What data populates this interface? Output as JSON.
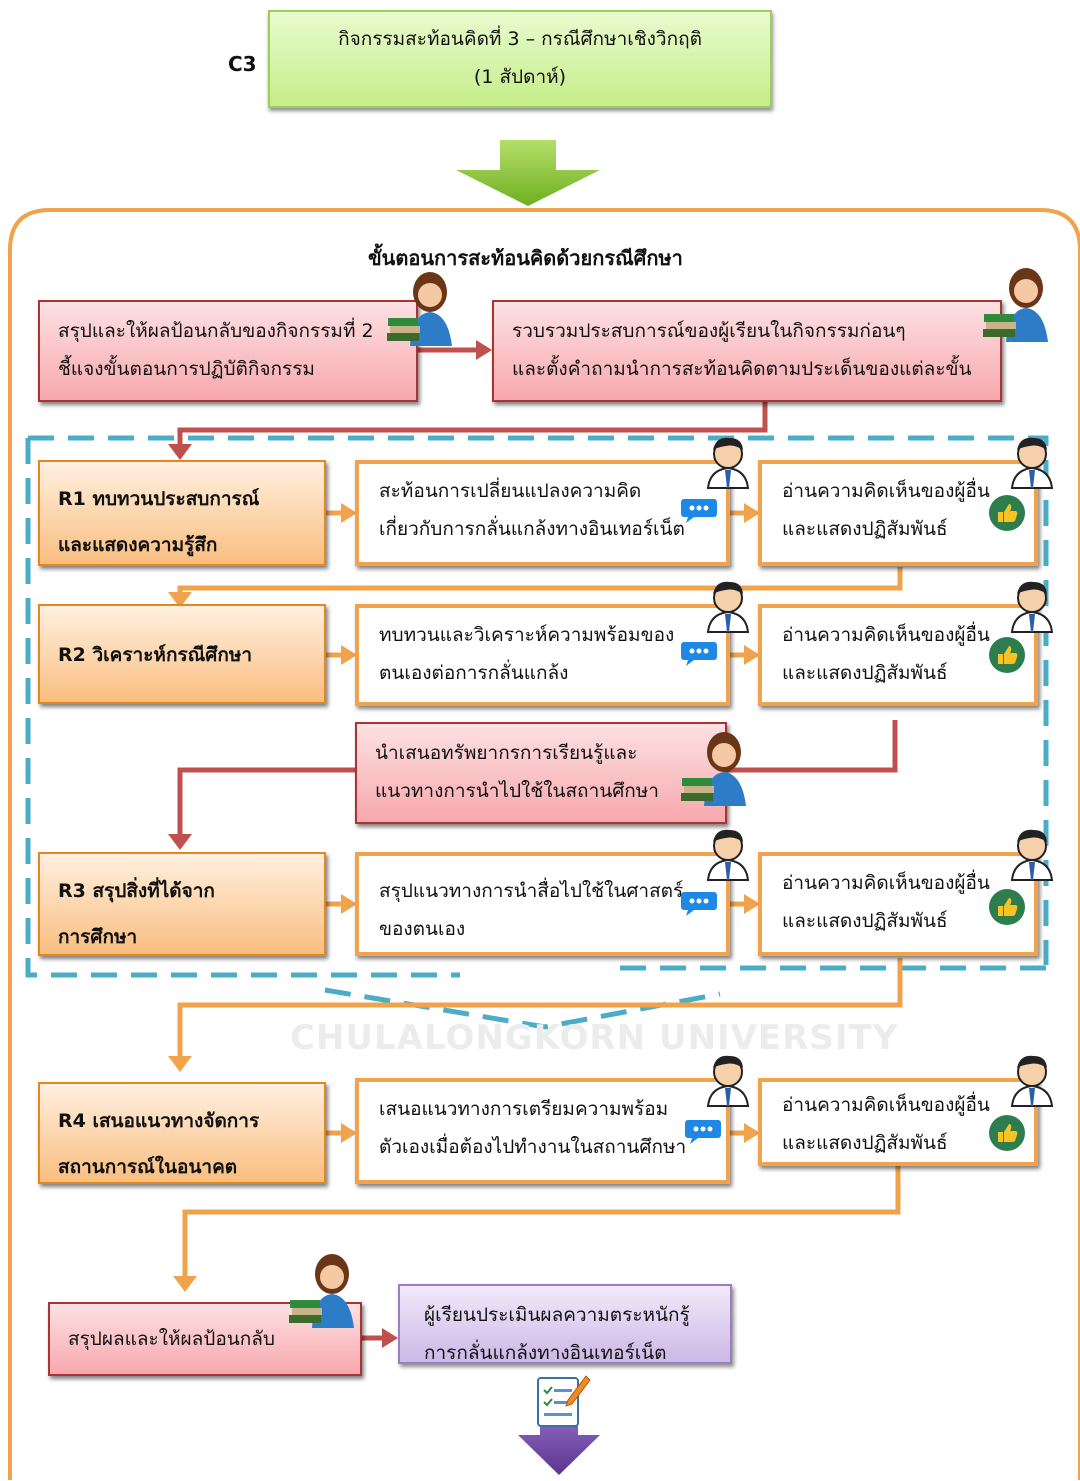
{
  "top": {
    "label": "C3",
    "title_line1": "กิจกรรมสะท้อนคิดที่ 3 – กรณีศึกษาเชิงวิกฤติ",
    "title_line2": "(1 สัปดาห์)"
  },
  "section_title": "ขั้นตอนการสะท้อนคิดด้วยกรณีศึกษา",
  "intro": {
    "left": [
      "สรุปและให้ผลป้อนกลับของกิจกรรมที่ 2",
      "ชี้แจงขั้นตอนการปฏิบัติกิจกรรม"
    ],
    "right": [
      "รวบรวมประสบการณ์ของผู้เรียนในกิจกรรมก่อนๆ",
      "และตั้งคำถามนำการสะท้อนคิดตามประเด็นของแต่ละขั้น"
    ]
  },
  "steps": {
    "r1": {
      "title": [
        "R1 ทบทวนประสบการณ์",
        "และแสดงความรู้สึก"
      ],
      "task": [
        "สะท้อนการเปลี่ยนแปลงความคิด",
        "เกี่ยวกับการกลั่นแกล้งทางอินเทอร์เน็ต"
      ]
    },
    "r2": {
      "title": [
        "R2 วิเคราะห์กรณีศึกษา"
      ],
      "task": [
        "ทบทวนและวิเคราะห์ความพร้อมของ",
        "ตนเองต่อการกลั่นแกล้ง"
      ]
    },
    "resource": [
      "นำเสนอทรัพยากรการเรียนรู้และ",
      "แนวทางการนำไปใช้ในสถานศึกษา"
    ],
    "r3": {
      "title": [
        "R3 สรุปสิ่งที่ได้จาก",
        "การศึกษา"
      ],
      "task": [
        "สรุปแนวทางการนำสื่อไปใช้ในศาสตร์",
        "ของตนเอง"
      ]
    },
    "r4": {
      "title": [
        "R4 เสนอแนวทางจัดการ",
        "สถานการณ์ในอนาคต"
      ],
      "task": [
        "เสนอแนวทางการเตรียมความพร้อม",
        "ตัวเองเมื่อต้องไปทำงานในสถานศึกษา"
      ]
    }
  },
  "peer_comment": [
    "อ่านความคิดเห็นของผู้อื่น",
    "และแสดงปฏิสัมพันธ์"
  ],
  "summary": {
    "feedback": "สรุปผลและให้ผลป้อนกลับ",
    "evaluation": [
      "ผู้เรียนประเมินผลความตระหนักรู้",
      "การกลั่นแกล้งทางอินเทอร์เน็ต"
    ]
  },
  "watermark": "CHULALONGKORN UNIVERSITY",
  "colors": {
    "orange": "#f0a24c",
    "red_arrow": "#c0504d",
    "dash": "#4bacc6",
    "green_arrow": "#8cc63f",
    "purple_arrow": "#7a4fa8"
  }
}
